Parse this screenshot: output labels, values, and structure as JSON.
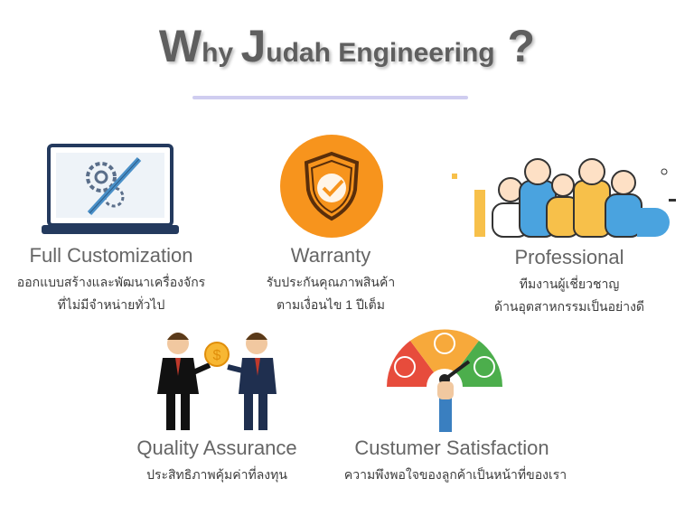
{
  "title": {
    "first_letter": "W",
    "word1": "hy ",
    "j_letter": "J",
    "rest": "udah Engineering",
    "q": " ?"
  },
  "features": [
    {
      "heading": "Full Customization",
      "line1": "ออกแบบสร้างและพัฒนาเครื่องจักร",
      "line2": "ที่ไม่มีจำหน่ายทั่วไป",
      "icon": "laptop-gears-icon"
    },
    {
      "heading": "Warranty",
      "line1": "รับประกันคุณภาพสินค้า",
      "line2": "ตามเงื่อนไข 1 ปีเต็ม",
      "icon": "shield-check-icon"
    },
    {
      "heading": "Professional",
      "line1": "ทีมงานผู้เชี่ยวชาญ",
      "line2": "ด้านอุตสาหกรรมเป็นอย่างดี",
      "icon": "team-icon"
    },
    {
      "heading": "Quality Assurance",
      "line1": "ประสิทธิภาพคุ้มค่าที่ลงทุน",
      "icon": "businessmen-icon"
    },
    {
      "heading": "Custumer Satisfaction",
      "line1": "ความพึงพอใจของลูกค้าเป็นหน้าที่ของเรา",
      "icon": "satisfaction-gauge-icon"
    }
  ],
  "colors": {
    "orange": "#f7941d",
    "text": "#656565",
    "accent_bar": "#cfcdf0"
  }
}
